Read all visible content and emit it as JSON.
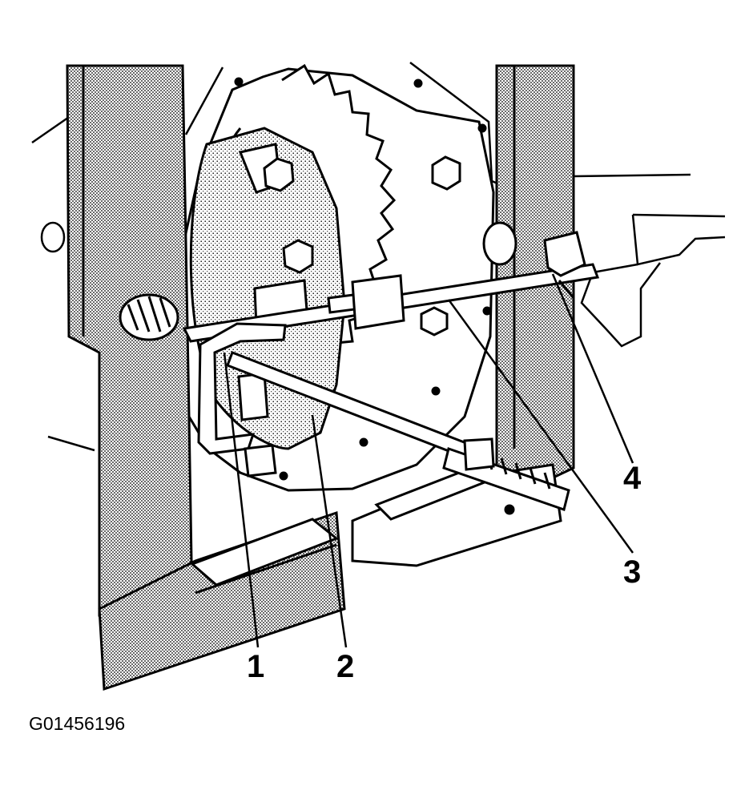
{
  "callouts": [
    {
      "id": "1",
      "label": "1"
    },
    {
      "id": "2",
      "label": "2"
    },
    {
      "id": "3",
      "label": "3"
    },
    {
      "id": "4",
      "label": "4"
    }
  ],
  "figure_id": "G01456196",
  "colors": {
    "ink": "#000000",
    "paper": "#ffffff",
    "stipple": "#9a9a9a"
  }
}
